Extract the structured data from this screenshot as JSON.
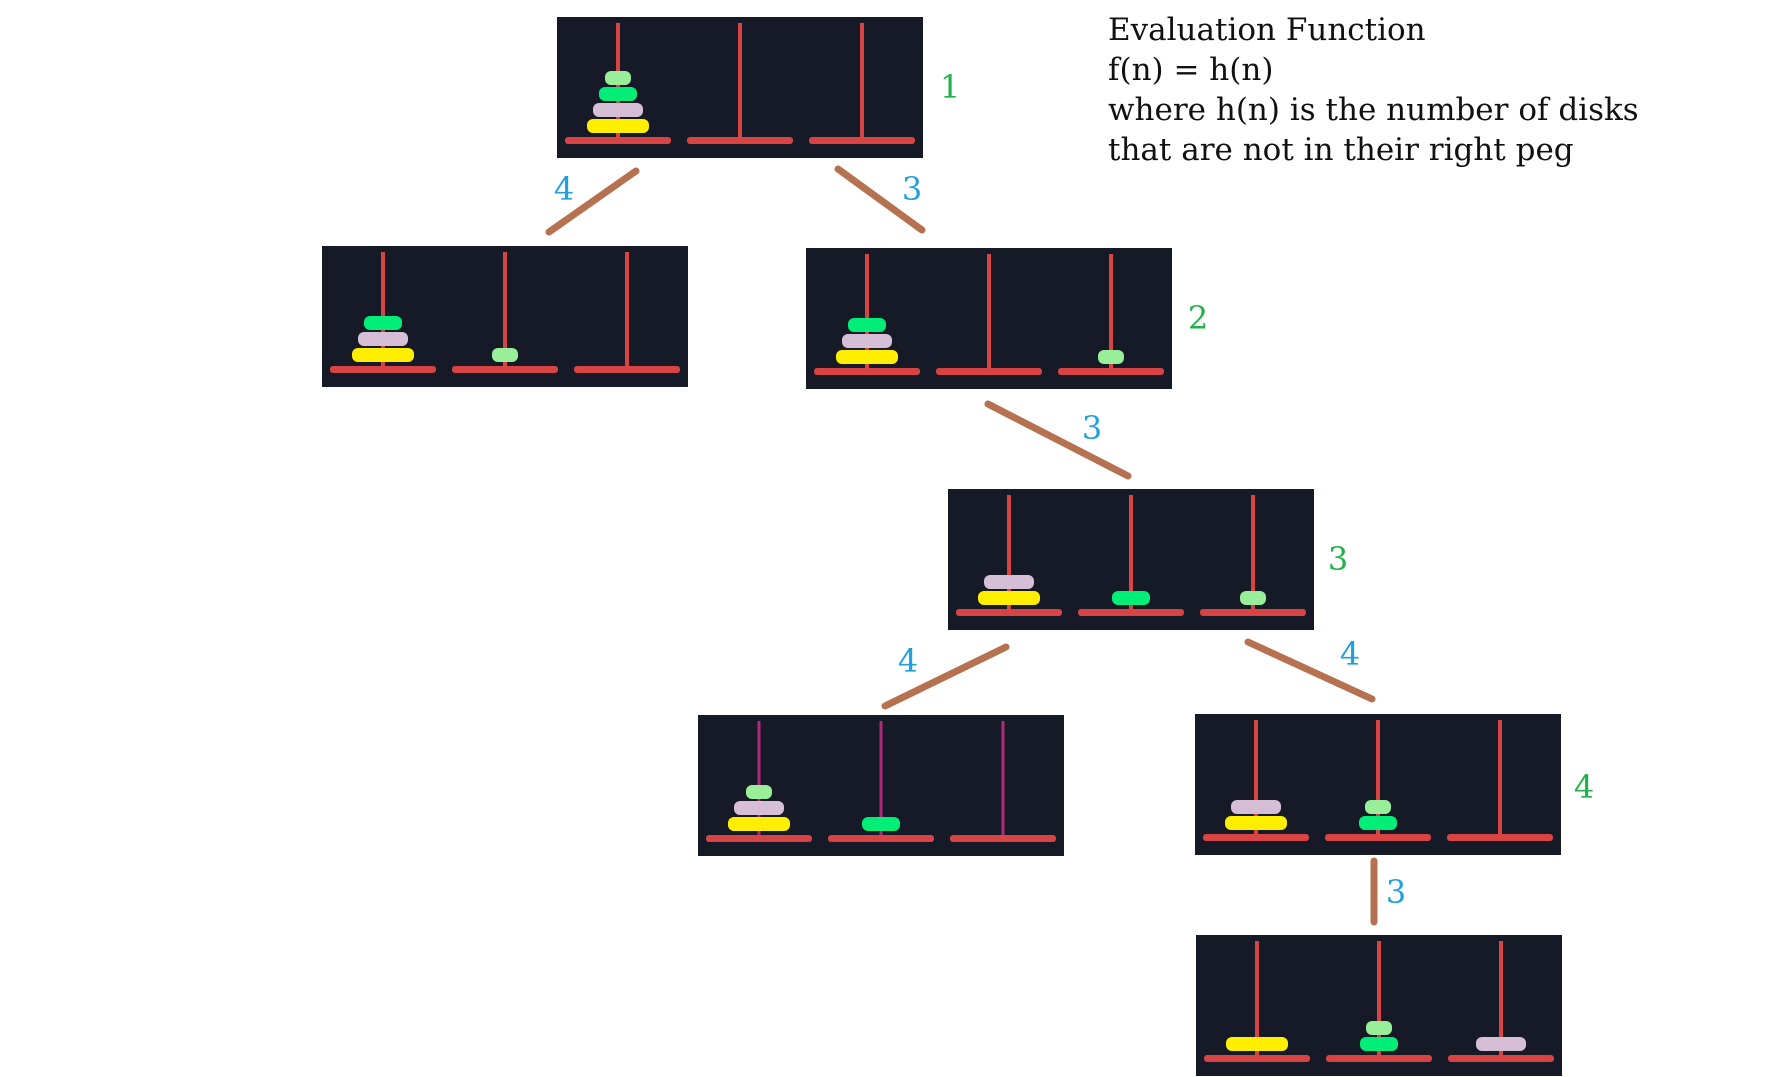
{
  "caption": {
    "title": "Evaluation Function",
    "formula": "f(n) = h(n)",
    "line1": "where h(n) is the number of disks",
    "line2": "that are not in their right peg"
  },
  "colors": {
    "panel": "#151a26",
    "peg": "#d84343",
    "peg_alt": "#b02a7a",
    "base": "#d84343",
    "edge": "#b57150",
    "edge_label": "#1fa0e0",
    "node_label": "#22b24a",
    "disk_yellow": "#ffee00",
    "disk_lavender": "#d6bfd6",
    "disk_green": "#00ee77",
    "disk_lightgreen": "#99ee99"
  },
  "states": [
    {
      "id": "s0",
      "pegs": [
        [
          "yellow",
          "lavender",
          "green",
          "lightgreen"
        ],
        [],
        []
      ],
      "node_label": "1"
    },
    {
      "id": "s1",
      "pegs": [
        [
          "yellow",
          "lavender",
          "green"
        ],
        [
          "lightgreen"
        ],
        []
      ],
      "node_label": ""
    },
    {
      "id": "s2",
      "pegs": [
        [
          "yellow",
          "lavender",
          "green"
        ],
        [],
        [
          "lightgreen"
        ]
      ],
      "node_label": "2"
    },
    {
      "id": "s3",
      "pegs": [
        [
          "yellow",
          "lavender"
        ],
        [
          "green"
        ],
        [
          "lightgreen"
        ]
      ],
      "node_label": "3"
    },
    {
      "id": "s4",
      "pegs": [
        [
          "yellow",
          "lavender",
          "lightgreen"
        ],
        [
          "green"
        ],
        []
      ],
      "node_label": ""
    },
    {
      "id": "s5",
      "pegs": [
        [
          "yellow",
          "lavender"
        ],
        [
          "green",
          "lightgreen"
        ],
        []
      ],
      "node_label": "4"
    },
    {
      "id": "s6",
      "pegs": [
        [
          "yellow"
        ],
        [
          "green",
          "lightgreen"
        ],
        [
          "lavender"
        ]
      ],
      "node_label": ""
    }
  ],
  "edges": [
    {
      "from": "s0",
      "to": "s1",
      "label": "4"
    },
    {
      "from": "s0",
      "to": "s2",
      "label": "3"
    },
    {
      "from": "s2",
      "to": "s3",
      "label": "3"
    },
    {
      "from": "s3",
      "to": "s4",
      "label": "4"
    },
    {
      "from": "s3",
      "to": "s5",
      "label": "4"
    },
    {
      "from": "s5",
      "to": "s6",
      "label": "3"
    }
  ]
}
